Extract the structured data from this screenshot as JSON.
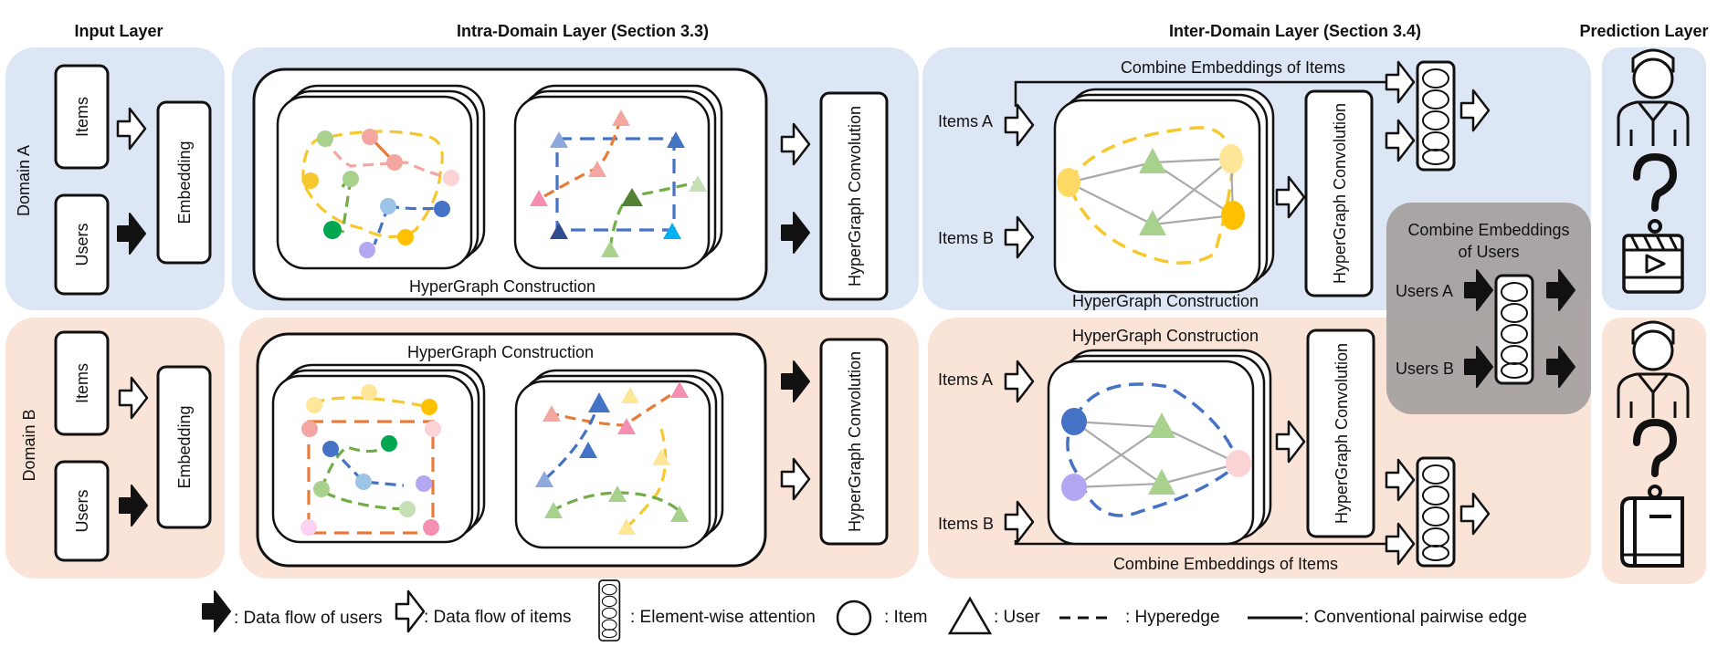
{
  "headers": {
    "input": "Input Layer",
    "intra": "Intra-Domain Layer (Section 3.3)",
    "inter": "Inter-Domain Layer (Section 3.4)",
    "prediction": "Prediction Layer"
  },
  "domains": {
    "a": "Domain A",
    "b": "Domain B"
  },
  "input": {
    "items": "Items",
    "users": "Users",
    "embedding": "Embedding"
  },
  "intra": {
    "construction": "HyperGraph Construction",
    "convolution": "HyperGraph Convolution"
  },
  "inter": {
    "items_a": "Items A",
    "items_b": "Items B",
    "users_a": "Users A",
    "users_b": "Users B",
    "combine_items": "Combine Embeddings of Items",
    "combine_users_line1": "Combine Embeddings",
    "combine_users_line2": "of Users",
    "construction": "HyperGraph Construction",
    "convolution": "HyperGraph Convolution"
  },
  "legend": {
    "users_flow": ": Data flow of users",
    "items_flow": ": Data  flow of items",
    "attention": ": Element-wise attention",
    "item": ": Item",
    "user": ": User",
    "hyperedge": ": Hyperedge",
    "pairwise": ": Conventional pairwise edge"
  },
  "colors": {
    "domain_a_bg": "#dde6f4",
    "domain_b_bg": "#fae4d8",
    "combine_users_bg": "#a6a1a0",
    "hyperedge_yellow": "#f7c82e",
    "hyperedge_blue": "#4472c4",
    "hyperedge_orange": "#e97b39",
    "hyperedge_green": "#70ad47"
  },
  "icons": [
    "user-icon",
    "question-icon",
    "movie-icon",
    "book-icon",
    "arrow-filled-icon",
    "arrow-outline-icon",
    "attention-vector-icon"
  ]
}
